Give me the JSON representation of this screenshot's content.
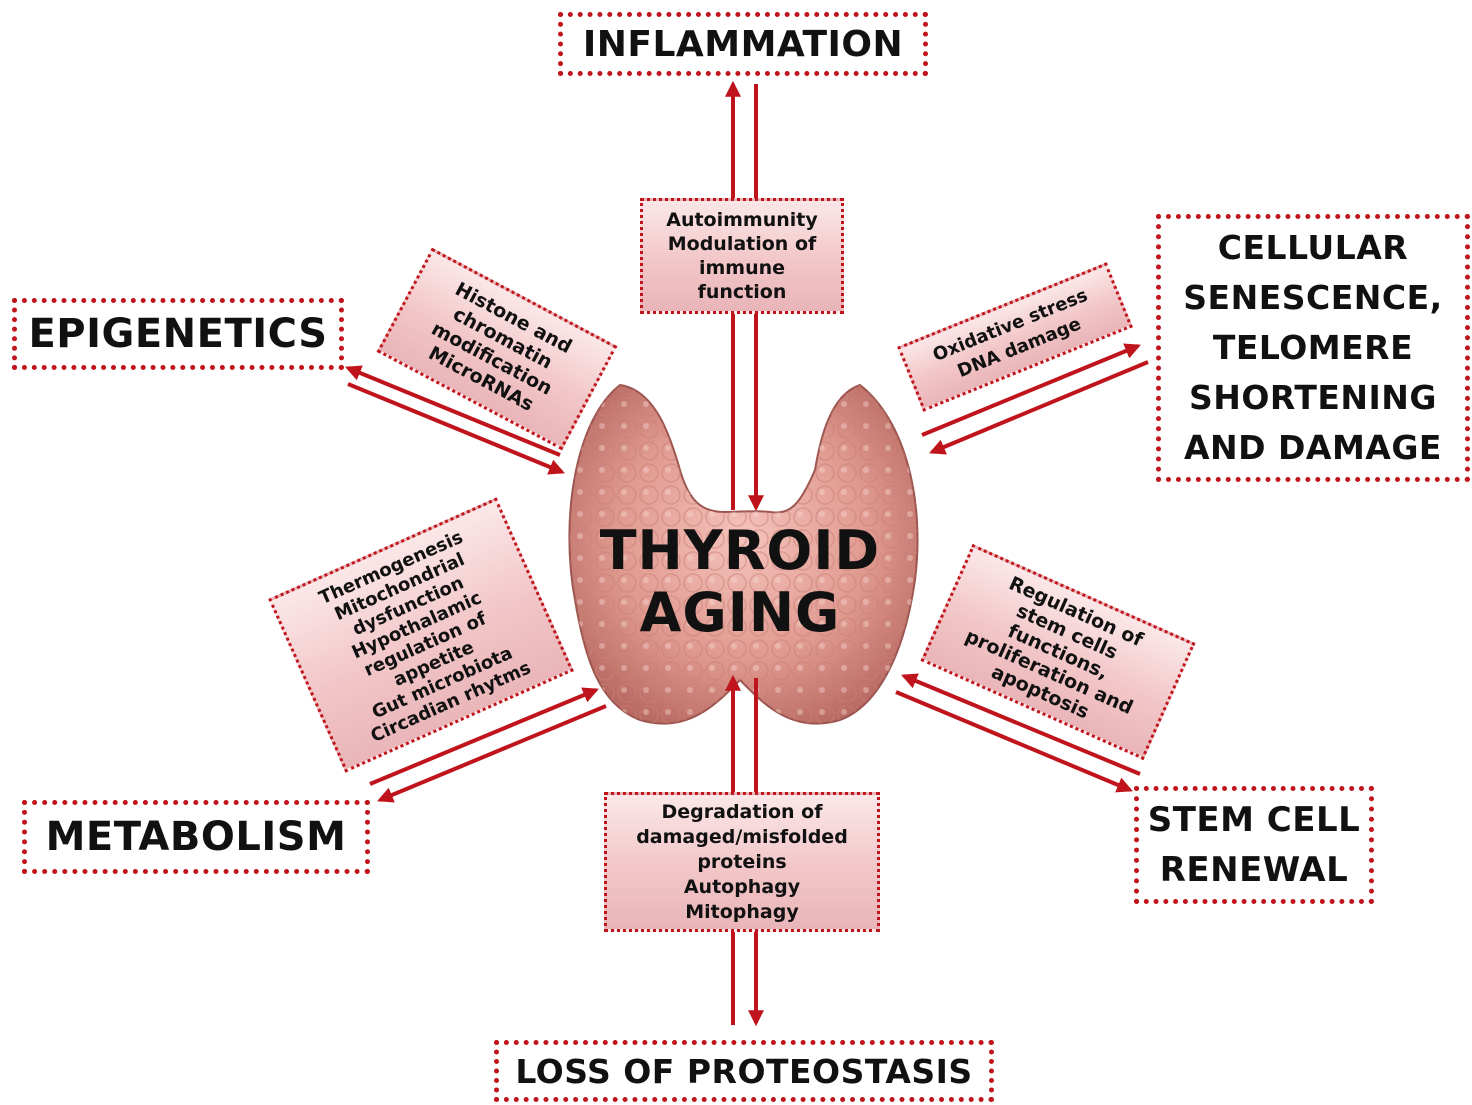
{
  "center": {
    "lines": [
      "THYROID",
      "AGING"
    ]
  },
  "outer": {
    "inflammation": [
      "INFLAMMATION"
    ],
    "epigenetics": [
      "EPIGENETICS"
    ],
    "senescence": [
      "CELLULAR",
      "SENESCENCE,",
      "TELOMERE",
      "SHORTENING",
      "AND DAMAGE"
    ],
    "metabolism": [
      "METABOLISM"
    ],
    "stem_cell": [
      "STEM CELL",
      "RENEWAL"
    ],
    "proteostasis": [
      "LOSS OF PROTEOSTASIS"
    ]
  },
  "inner": {
    "inflammation": [
      "Autoimmunity",
      "Modulation of",
      "immune",
      "function"
    ],
    "epigenetics": [
      "Histone and",
      "chromatin",
      "modification",
      "MicroRNAs"
    ],
    "senescence": [
      "Oxidative stress",
      "DNA damage"
    ],
    "metabolism": [
      "Thermogenesis",
      "Mitochondrial",
      "dysfunction",
      "Hypothalamic",
      "regulation of",
      "appetite",
      "Gut microbiota",
      "Circadian rhytms"
    ],
    "stem_cell": [
      "Regulation of",
      "stem cells",
      "functions,",
      "proliferation and",
      "apoptosis"
    ],
    "proteostasis": [
      "Degradation of",
      "damaged/misfolded",
      "proteins",
      "Autophagy",
      "Mitophagy"
    ]
  },
  "colors": {
    "accent": "#c0141c",
    "box_fill": "#f2c6c8",
    "thyroid": "#d98c84"
  }
}
